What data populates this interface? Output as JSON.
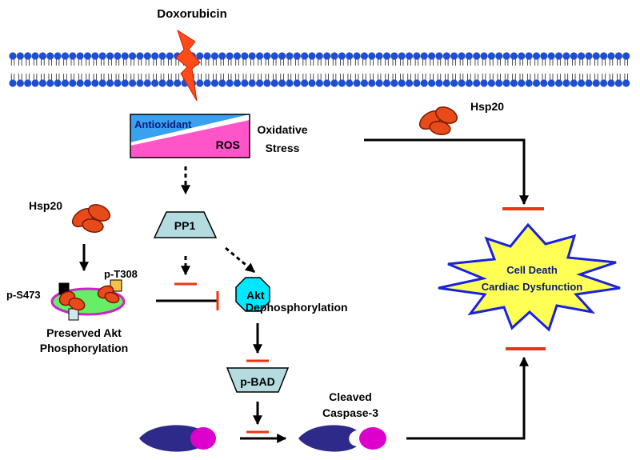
{
  "labels": {
    "drug": "Doxorubicin",
    "hsp20_right": "Hsp20",
    "hsp20_left": "Hsp20",
    "antioxidant": "Antioxidant",
    "ros": "ROS",
    "oxidative_stress_1": "Oxidative",
    "oxidative_stress_2": "Stress",
    "pp1": "PP1",
    "akt": "Akt",
    "dephosphorylation": "Dephosphorylation",
    "p_t308": "p-T308",
    "p_s473": "p-S473",
    "preserved_1": "Preserved Akt",
    "preserved_2": "Phosphorylation",
    "pbad": "p-BAD",
    "cleaved_1": "Cleaved",
    "cleaved_2": "Caspase-3",
    "cell_death": "Cell Death",
    "cardiac_dysfunction": "Cardiac Dysfunction"
  },
  "colors": {
    "membrane": "#1f4fd0",
    "lightning": "#ff4a1a",
    "antioxidant": "#3aa0f0",
    "ros": "#ff55c8",
    "inhibit_bar": "#ee3311",
    "pp1_fill": "#b3dbe0",
    "akt_fill": "#00e8ff",
    "akt_ring": "#cc22cc",
    "akt_ring_fill": "#66ee66",
    "starburst_fill": "#ffff55",
    "starburst_stroke": "#1a22dd",
    "caspase_dark": "#2e2a8a",
    "caspase_magenta": "#dd00cc"
  }
}
